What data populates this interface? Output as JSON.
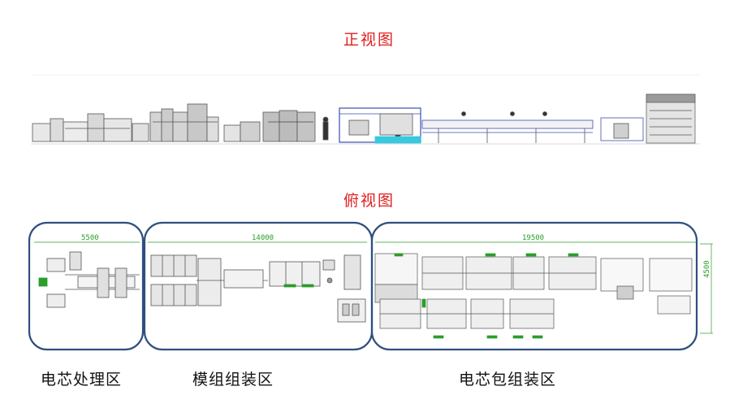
{
  "titles": {
    "front_view": "正视图",
    "top_view": "俯视图"
  },
  "zones": [
    {
      "label": "电芯处理区",
      "dimension": "5500"
    },
    {
      "label": "模组组装区",
      "dimension": "14000"
    },
    {
      "label": "电芯包组装区",
      "dimension": "19500"
    }
  ],
  "height_dimension": "4500",
  "colors": {
    "title": "#e02020",
    "zone_border": "#2f4f7f",
    "dimension": "#2a9d2a",
    "machine_line": "#555555",
    "frame_accent": "#3a4fb0",
    "cyan_accent": "#38c8e0"
  }
}
